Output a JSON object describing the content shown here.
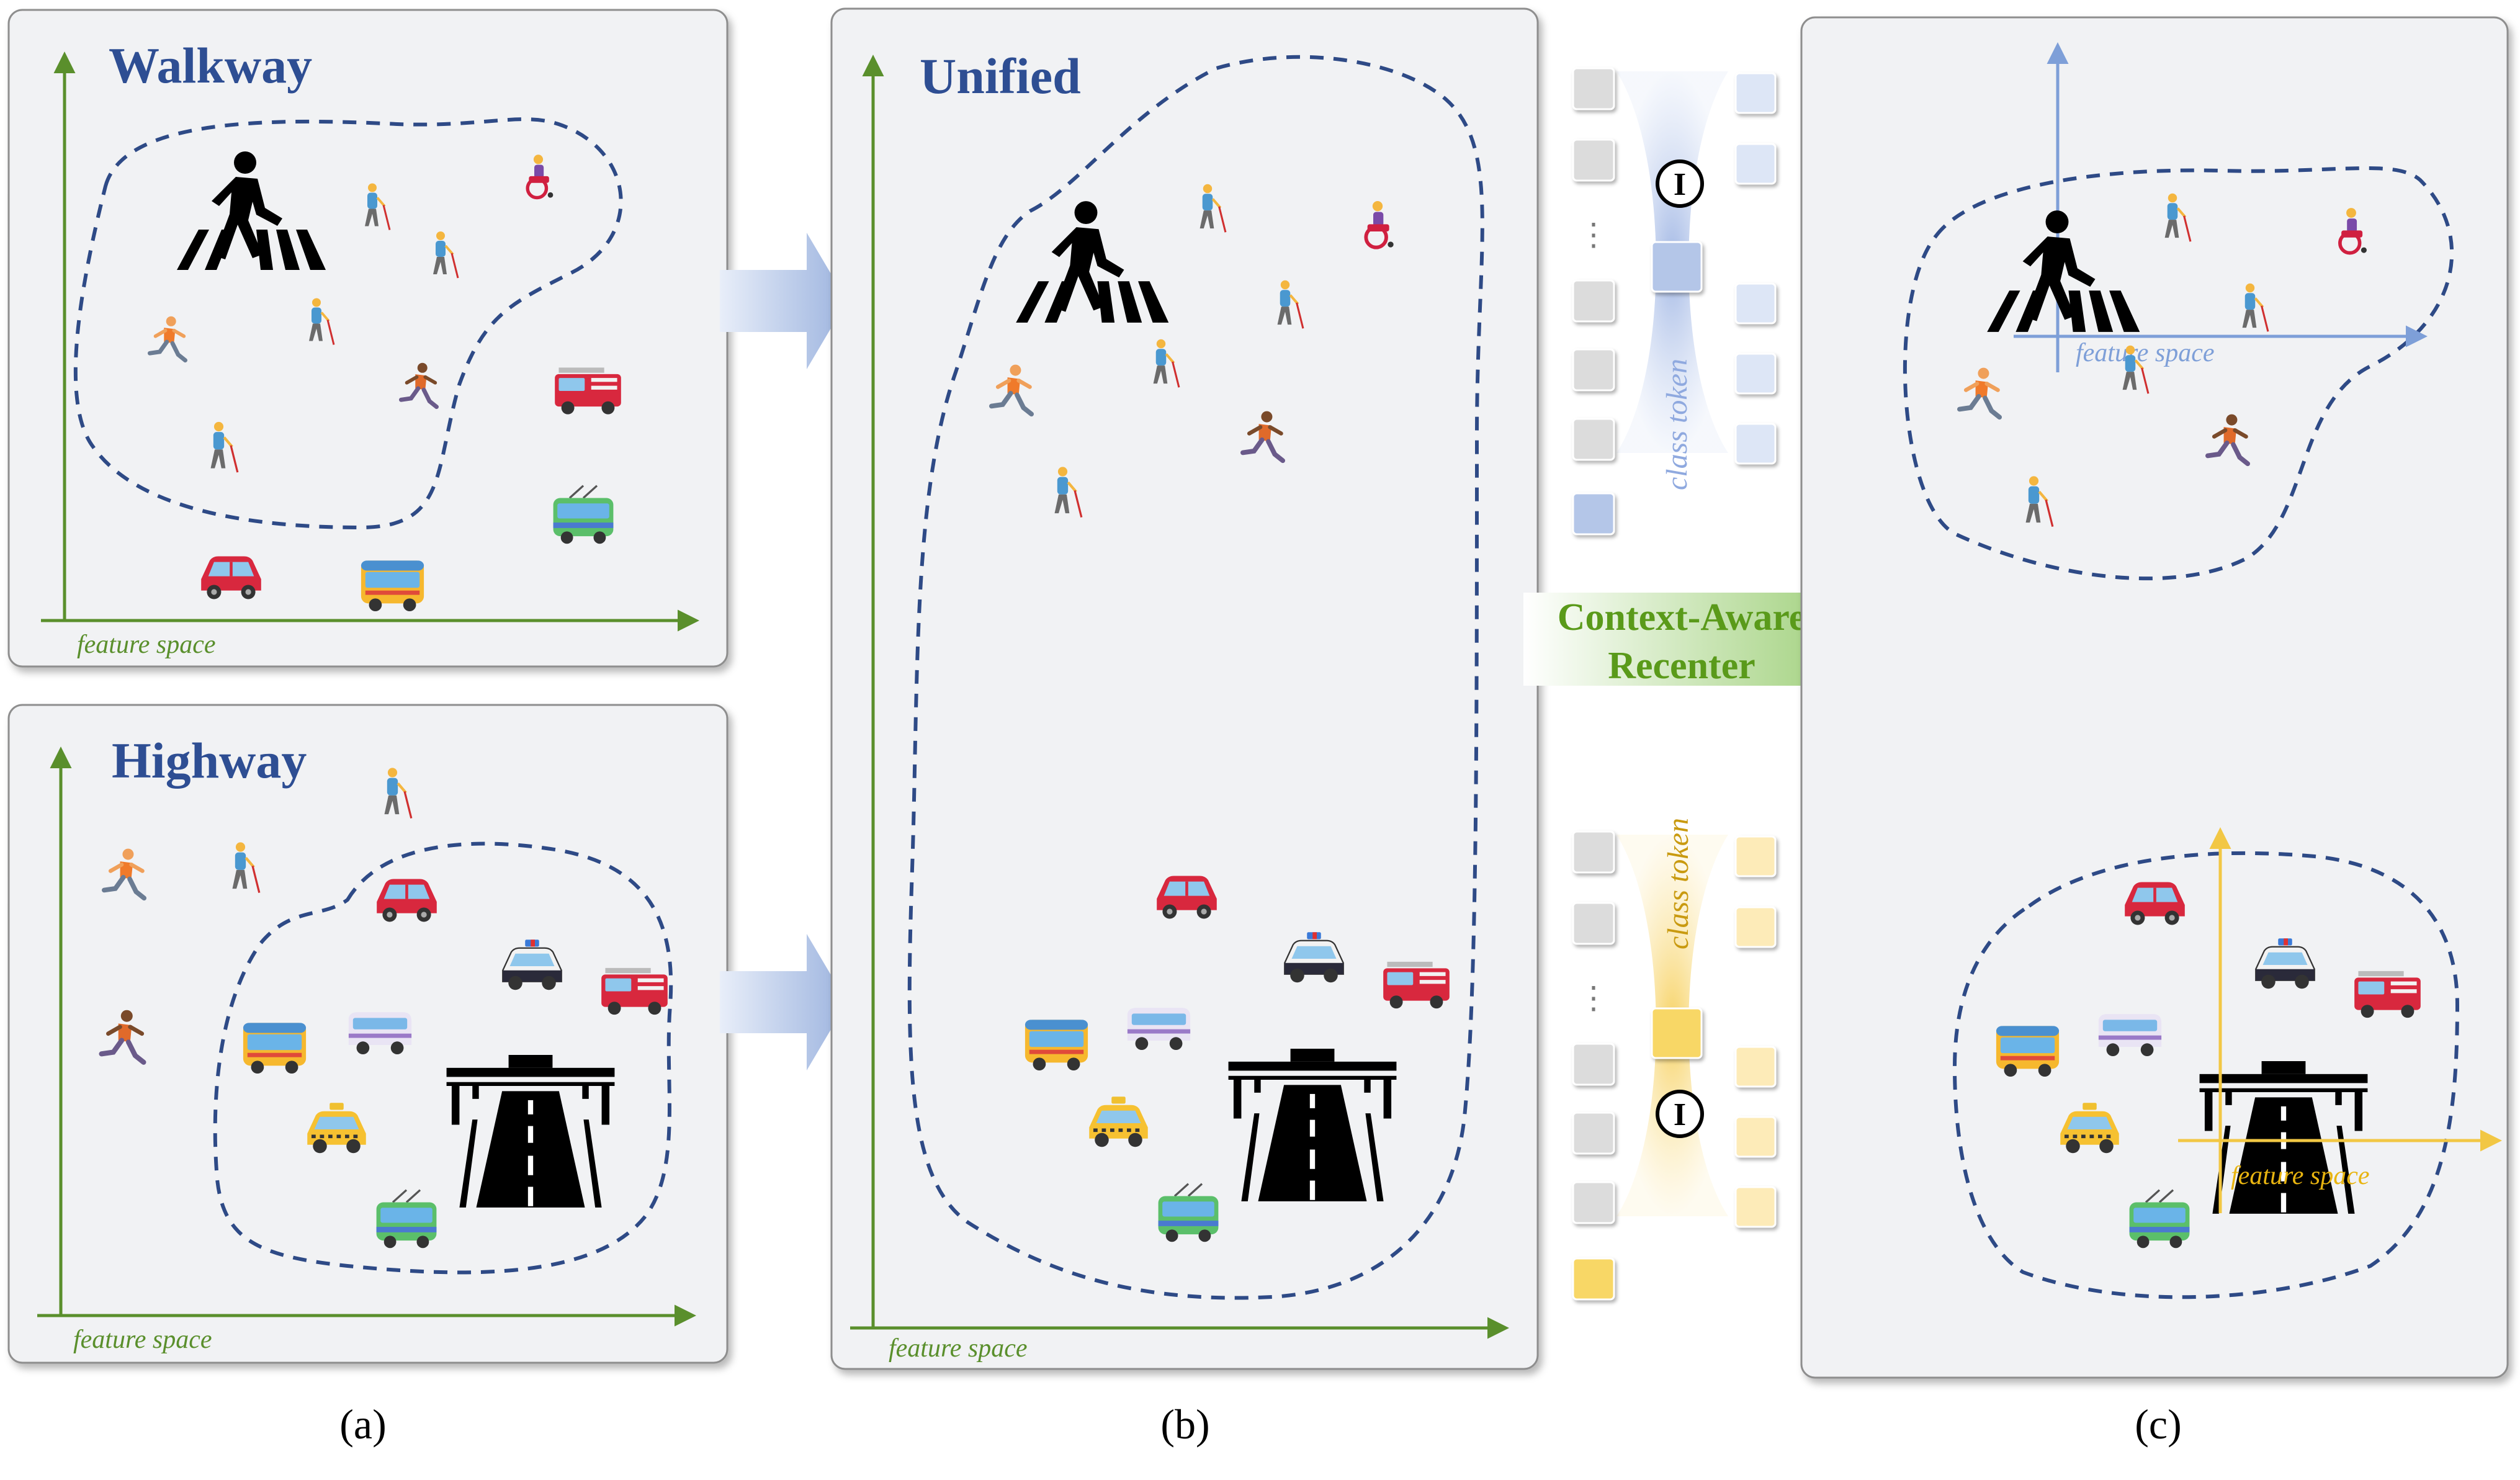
{
  "panels": {
    "walkway": {
      "title": "Walkway",
      "axis_label": "feature space"
    },
    "highway": {
      "title": "Highway",
      "axis_label": "feature space"
    },
    "unified": {
      "title": "Unified",
      "axis_label": "feature space"
    },
    "recentered": {
      "walkway_axis_label": "feature space",
      "highway_axis_label": "feature space"
    }
  },
  "tokens": {
    "top_label": "class token",
    "bottom_label": "class token",
    "ellipsis": "⋮",
    "operator_symbol": "I"
  },
  "center_arrow": {
    "line1": "Context-Aware",
    "line2": "Recenter"
  },
  "captions": {
    "a": "(a)",
    "b": "(b)",
    "c": "(c)"
  },
  "icons": {
    "pedestrian": "pedestrian-crossing-icon",
    "blind_person": "person-with-white-cane-icon",
    "wheelchair": "wheelchair-user-icon",
    "runner": "person-running-icon",
    "car": "red-car-icon",
    "bus": "bus-icon",
    "trolleybus": "trolleybus-icon",
    "minibus": "minibus-icon",
    "taxi": "taxi-icon",
    "police": "police-car-icon",
    "firetruck": "fire-engine-icon",
    "highway": "highway-road-icon"
  },
  "colors": {
    "panel_bg": "#f1f2f4",
    "panel_border": "#8e8e8e",
    "title_blue": "#2e4e93",
    "axis_green": "#5a8f2c",
    "cluster_dash": "#2e4a86",
    "walkway_token": "#9fb6e0",
    "highway_token": "#f4c54a",
    "context_text": "#5a9a1a"
  }
}
